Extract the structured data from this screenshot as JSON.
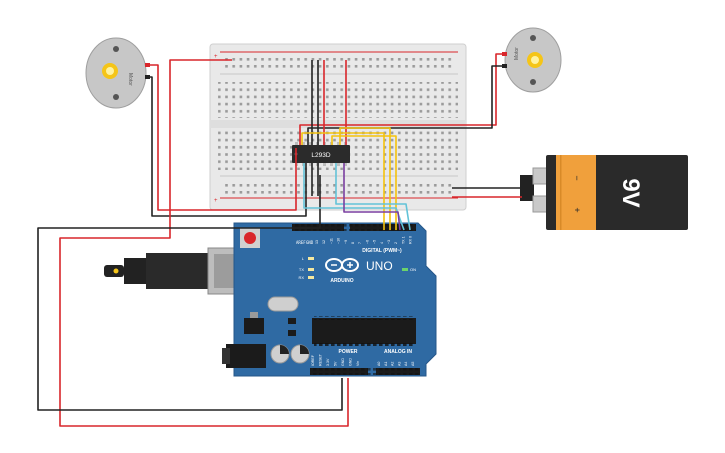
{
  "chip": {
    "label": "L293D"
  },
  "battery": {
    "label": "9V",
    "plus": "+",
    "minus": "−"
  },
  "arduino": {
    "brand": "ARDUINO",
    "model": "UNO",
    "digital_header": "DIGITAL (PWM~)",
    "power_header": "POWER",
    "analog_header": "ANALOG IN",
    "on_label": "ON",
    "led_l": "L",
    "led_tx": "TX",
    "led_rx": "RX",
    "aref": "AREF",
    "gnd": "GND",
    "pins_digital": [
      "13",
      "12",
      "~11",
      "~10",
      "~9",
      "8",
      "7",
      "~6",
      "~5",
      "4",
      "~3",
      "2",
      "TX 1",
      "RX 0"
    ],
    "pins_power": [
      "IOREF",
      "RESET",
      "3.3V",
      "5V",
      "GND",
      "GND",
      "Vin"
    ],
    "pins_analog": [
      "A0",
      "A1",
      "A2",
      "A3",
      "A4",
      "A5"
    ]
  },
  "motors": {
    "left_label": "Motor",
    "right_label": "Motor"
  },
  "colors": {
    "wire_red": "#d9262b",
    "wire_black": "#222222",
    "wire_yellow": "#f4c20d",
    "wire_cyan": "#63c3d8",
    "wire_purple": "#7a3fa0",
    "board_blue": "#2f6aa3",
    "breadboard": "#e9e9e9",
    "battery_orange": "#f0a03c"
  }
}
